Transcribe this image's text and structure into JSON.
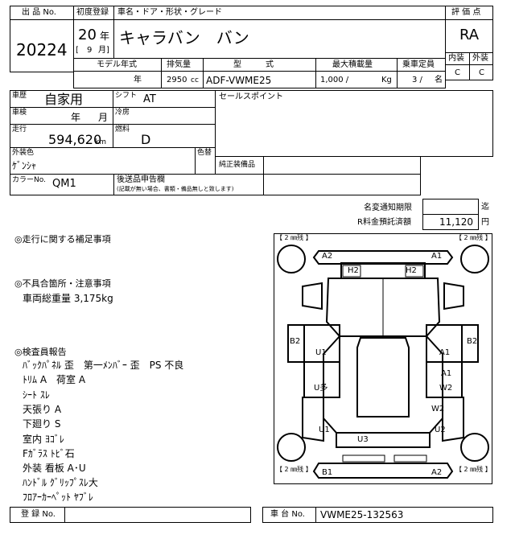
{
  "header": {
    "lot_label": "出 品 No.",
    "lot_no": "20224",
    "first_reg_label": "初度登録",
    "name_label": "車名・ドア・形状・グレード",
    "year": "20",
    "year_unit": "年",
    "month": "9",
    "month_open": "[",
    "month_unit": "月]",
    "car_name": "キャラバン　バン",
    "rating_label": "評 価 点",
    "rating": "RA",
    "interior_label": "内装",
    "exterior_label": "外装",
    "interior_grade": "C",
    "exterior_grade": "C"
  },
  "spec": {
    "model_year_label": "モデル年式",
    "displacement_label": "排気量",
    "model_label": "型　　　式",
    "max_load_label": "最大積載量",
    "capacity_label": "乗車定員",
    "model_year_unit": "年",
    "displacement": "2950",
    "displacement_unit": "cc",
    "model_code": "ADF-VWME25",
    "max_load": "1,000 /",
    "max_load_unit": "Kg",
    "capacity": "3 /",
    "capacity_unit": "名"
  },
  "details": {
    "history_label": "車歴",
    "history": "自家用",
    "shift_label": "シフト",
    "shift": "AT",
    "sales_points_label": "セールスポイント",
    "inspection_label": "車検",
    "inspection_year": "年",
    "inspection_month": "月",
    "aircon_label": "冷房",
    "mileage_label": "走行",
    "mileage": "594,620",
    "mileage_unit": "km",
    "fuel_label": "燃料",
    "fuel": "D",
    "ext_color_label": "外装色",
    "ext_color": "ｹﾞﾝｼｬ",
    "color_change_label": "色替",
    "genuine_equip_label": "純正装備品",
    "color_no_label": "カラーNo.",
    "color_no": "QM1",
    "doc_label": "後送品申告欄",
    "doc_note": "(記載が無い場合、書類・備品無しと致します)"
  },
  "notices": {
    "name_change_label": "名変通知期限",
    "name_change_unit": "迄",
    "recycle_label": "R料金預託済額",
    "recycle_value": "11,120",
    "recycle_unit": "円"
  },
  "remarks": {
    "driving_title": "◎走行に関する補足事項",
    "defects_title": "◎不具合箇所・注意事項",
    "defects_line": "車両総重量 3,175kg",
    "inspector_title": "◎検査員報告",
    "inspector_lines": [
      "ﾊﾞｯｸﾊﾟﾈﾙ 歪　第一ﾒﾝﾊﾞｰ 歪　PS 不良",
      "ﾄﾘﾑ A　荷室 A",
      "ｼｰﾄ ｽﾚ",
      "天張り A",
      "下廻り S",
      "室内 ﾖｺﾞﾚ",
      "Fｶﾞﾗｽ ﾄﾋﾞ石",
      "外装 看板 A･U",
      "ﾊﾝﾄﾞﾙ ｸﾞﾘｯﾌﾟｽﾚ大",
      "ﾌﾛｱｰｶｰﾍﾟｯﾄ ﾔﾌﾞﾚ"
    ]
  },
  "diagram": {
    "tire_tag_tl": "【 2 ㎜残 】",
    "tire_tag_tr": "【 2 ㎜残 】",
    "tire_tag_bl": "【 2 ㎜残 】",
    "tire_tag_br": "【 2 ㎜残 】",
    "marks": {
      "front_left": "A2",
      "front_right": "A1",
      "hood_left": "H2",
      "hood_right": "H2",
      "left_front_door": "B2",
      "left_front_inner": "U1",
      "right_front_inner": "A1",
      "right_front_door": "B2",
      "right_mid_1": "A1",
      "right_mid_2": "W2",
      "left_mid": "U多",
      "right_rear_panel": "W2",
      "left_rear_wheel": "U1",
      "right_rear_wheel": "U2",
      "rear_center": "U3",
      "rear_left": "B1",
      "rear_right": "A2"
    }
  },
  "footer": {
    "reg_no_label": "登 録 No.",
    "chassis_label": "車 台 No.",
    "chassis_no": "VWME25-132563"
  }
}
